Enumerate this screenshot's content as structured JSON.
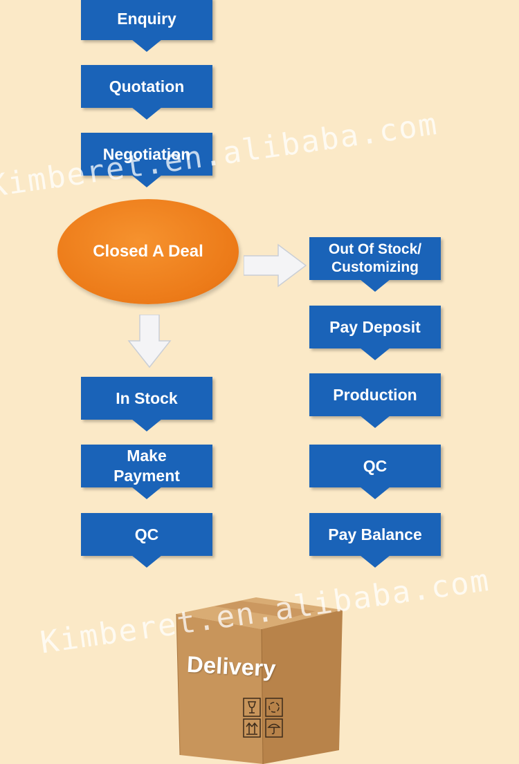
{
  "flow": {
    "top": [
      "Enquiry",
      "Quotation",
      "Negotiation"
    ],
    "center": "Closed A Deal",
    "left": [
      "In Stock",
      "Make\nPayment",
      "QC"
    ],
    "right": [
      "Out Of Stock/\nCustomizing",
      "Pay Deposit",
      "Production",
      "QC",
      "Pay Balance"
    ],
    "final": "Delivery"
  },
  "watermarks": [
    "Kimberet.en.alibaba.com",
    "Kimberet.en.alibaba.com"
  ],
  "colors": {
    "step": "#1a63b8",
    "deal": "#ec7a18",
    "background": "#fbe9c7",
    "box": "#c6935a"
  }
}
